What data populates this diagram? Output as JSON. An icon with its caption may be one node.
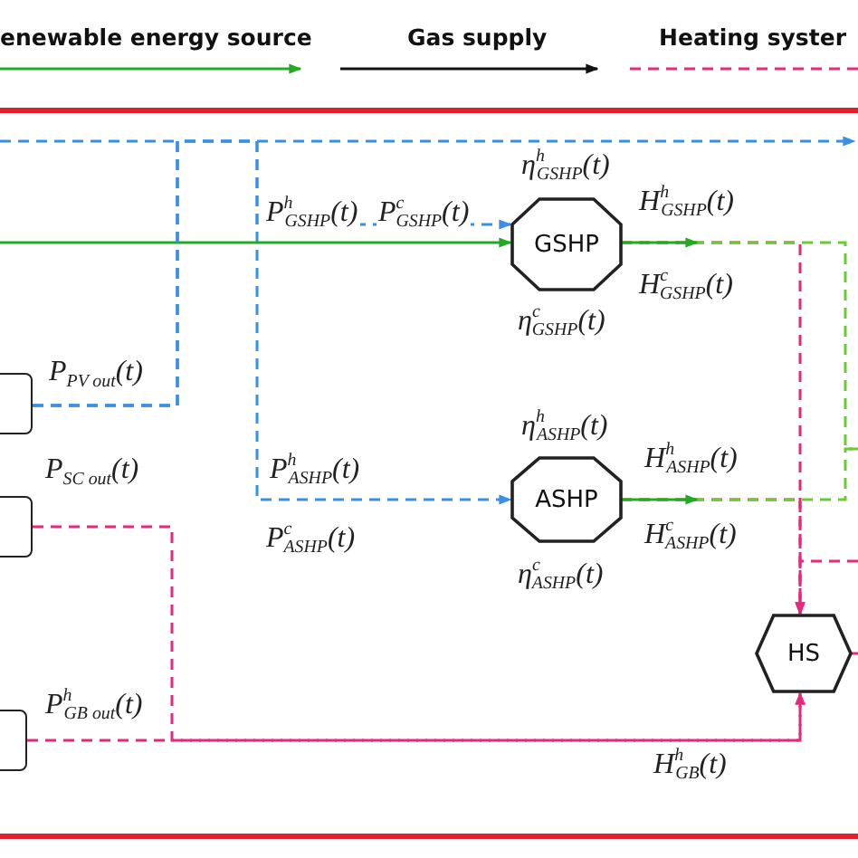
{
  "diagram": {
    "nodes": [
      {
        "text": [],
        "shape": "box"
      },
      {
        "text": [],
        "shape": "box"
      },
      {
        "text": [],
        "shape": "box"
      },
      {
        "text": [
          "GSHP"
        ],
        "beside": [
          "η$^{h}$$_{GSHP}$(t)",
          "η$^{c}$$_{GSHP}$(t)"
        ]
      },
      {
        "text": [
          "ASHP"
        ],
        "beside": [
          "η$^{h}$$_{ASHP}$(t)",
          "η$^{c}$$_{ASHP}$(t)"
        ]
      },
      {
        "text": [
          "HS"
        ]
      }
    ],
    "edges": [
      {
        "from": 0,
        "to": 3,
        "arrow": "to",
        "style": "dashed",
        "color": "#3a8ee6"
      },
      {
        "from": 0,
        "to": 4,
        "arrow": "to",
        "style": "dashed",
        "color": "#3a8ee6"
      },
      {
        "from": null,
        "to": 3,
        "arrow": "to",
        "color": "#22aa22"
      },
      {
        "from": 3,
        "to": 5,
        "arrow": "to",
        "style": "dashed",
        "label": "H$^{h}$$_{GSHP}$(t)"
      },
      {
        "from": 3,
        "to": null,
        "arrow": "none",
        "style": "dashed",
        "color": "#66cc33",
        "label": "H$^{c}$$_{GSHP}$(t)"
      },
      {
        "from": 4,
        "to": 5,
        "arrow": "to",
        "style": "dashed",
        "label": "H$^{h}$$_{ASHP}$(t)"
      },
      {
        "from": 4,
        "to": null,
        "arrow": "none",
        "style": "dashed",
        "color": "#66cc33",
        "label": "H$^{c}$$_{ASHP}$(t)"
      },
      {
        "from": 1,
        "to": 5,
        "arrow": "to",
        "style": "dashed",
        "label": "P$_{SC out}$(t)"
      },
      {
        "from": 2,
        "to": 5,
        "arrow": "to",
        "style": "dashed",
        "label": "H$^{h}$$_{GB}$(t)"
      },
      {
        "from": 5,
        "to": null,
        "arrow": "none",
        "style": "dashed"
      },
      {
        "from": null,
        "to": 5,
        "arrow": "to",
        "style": "dashed"
      },
      {
        "from": 0,
        "to": null,
        "arrow": "to",
        "style": "dashed",
        "color": "#3a8ee6"
      }
    ],
    "labels": [
      "P$^{h}$$_{GSHP}$(t)",
      "P$^{c}$$_{GSHP}$(t)",
      "P$_{PV out}$(t)",
      "P$^{h}$$_{ASHP}$(t)",
      "P$^{c}$$_{ASHP}$(t)",
      "P$^{h}$$_{GB out}$(t)"
    ],
    "legend": [
      {
        "text": "enewable energy source"
      },
      {
        "text": "Gas supply"
      },
      {
        "text": "Heating syster"
      }
    ]
  }
}
